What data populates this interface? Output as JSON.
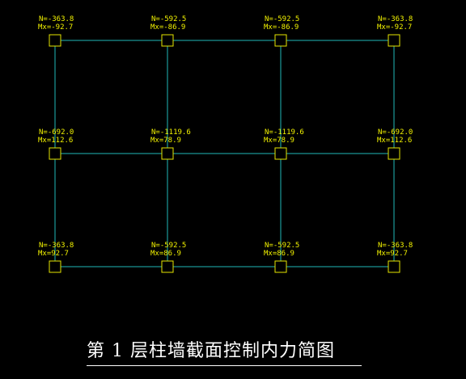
{
  "title": "第 1 层柱墙截面控制内力简图",
  "colors": {
    "background": "#000000",
    "grid_line": "#1fb8b8",
    "column_box": "#e6e600",
    "label_text": "#f2f200",
    "title_text": "#ffffff"
  },
  "grid": {
    "columns": 4,
    "rows": 3,
    "nodes": [
      {
        "row": 0,
        "col": 0,
        "N": "N=-363.8",
        "Mx": "Mx=-92.7"
      },
      {
        "row": 0,
        "col": 1,
        "N": "N=-592.5",
        "Mx": "Mx=-86.9"
      },
      {
        "row": 0,
        "col": 2,
        "N": "N=-592.5",
        "Mx": "Mx=-86.9"
      },
      {
        "row": 0,
        "col": 3,
        "N": "N=-363.8",
        "Mx": "Mx=-92.7"
      },
      {
        "row": 1,
        "col": 0,
        "N": "N=-692.0",
        "Mx": "Mx=112.6"
      },
      {
        "row": 1,
        "col": 1,
        "N": "N=-1119.6",
        "Mx": "Mx=78.9"
      },
      {
        "row": 1,
        "col": 2,
        "N": "N=-1119.6",
        "Mx": "Mx=78.9"
      },
      {
        "row": 1,
        "col": 3,
        "N": "N=-692.0",
        "Mx": "Mx=112.6"
      },
      {
        "row": 2,
        "col": 0,
        "N": "N=-363.8",
        "Mx": "Mx=92.7"
      },
      {
        "row": 2,
        "col": 1,
        "N": "N=-592.5",
        "Mx": "Mx=86.9"
      },
      {
        "row": 2,
        "col": 2,
        "N": "N=-592.5",
        "Mx": "Mx=86.9"
      },
      {
        "row": 2,
        "col": 3,
        "N": "N=-363.8",
        "Mx": "Mx=92.7"
      }
    ]
  }
}
